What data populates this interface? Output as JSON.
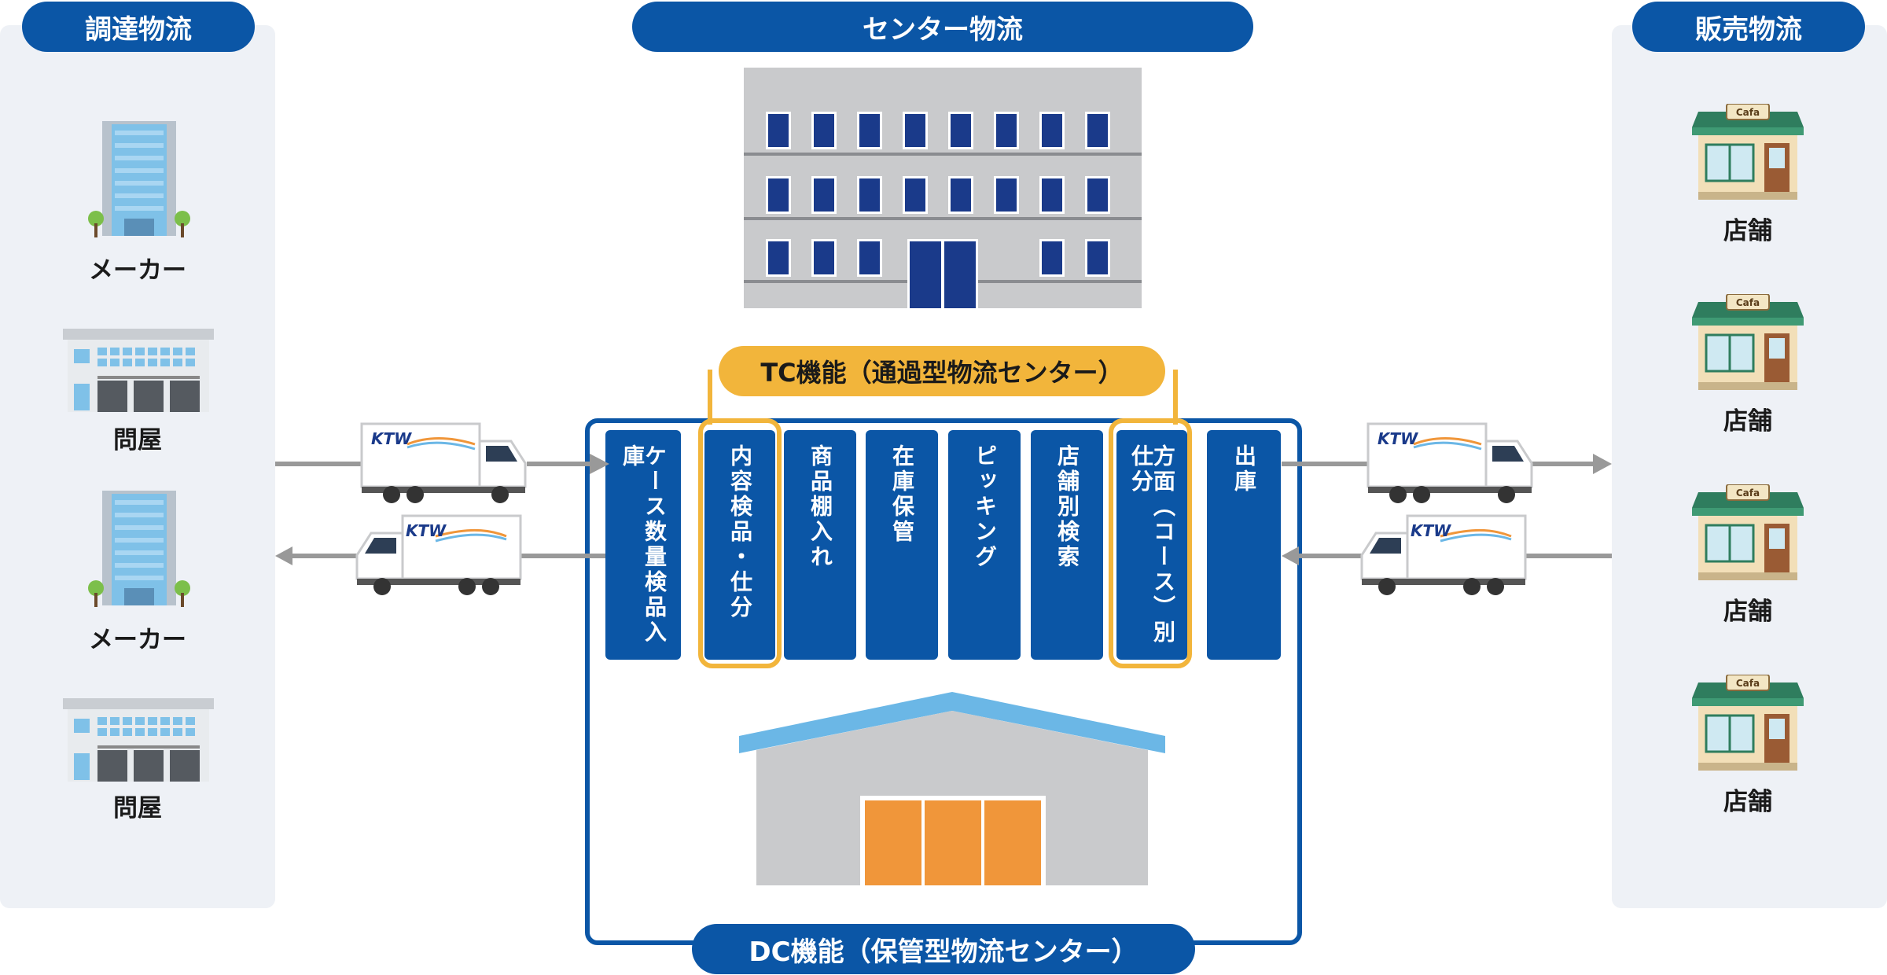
{
  "sections": {
    "procurement": "調達物流",
    "center": "センター物流",
    "sales": "販売物流"
  },
  "suppliers": [
    "メーカー",
    "問屋",
    "メーカー",
    "問屋"
  ],
  "stores": [
    "店舗",
    "店舗",
    "店舗",
    "店舗"
  ],
  "tc_label": "TC機能（通過型物流センター）",
  "dc_label": "DC機能（保管型物流センター）",
  "process_steps": [
    "ケース数量検品入庫",
    "内容検品・仕分",
    "商品棚入れ",
    "在庫保管",
    "ピッキング",
    "店舗別検索",
    "方面（コース）別仕分",
    "出庫"
  ],
  "truck_logo": "KTW",
  "store_sign": "Cafa",
  "colors": {
    "primary": "#0b56a6",
    "accent": "#f2b53b",
    "panel": "#eef1f6",
    "arrow": "#999999",
    "door": "#f0963a"
  }
}
